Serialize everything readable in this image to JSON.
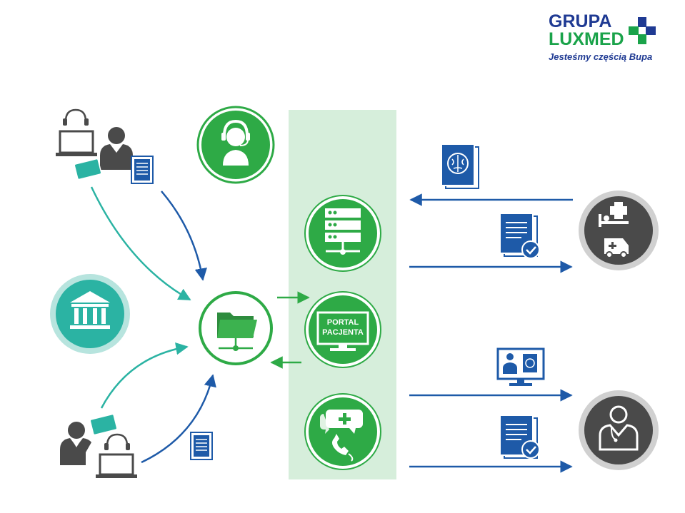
{
  "logo": {
    "line1": "GRUPA",
    "line2": "LUXMED",
    "tagline": "Jesteśmy częścią Bupa"
  },
  "portal_screen": {
    "line1": "PORTAL",
    "line2": "PACJENTA"
  },
  "colors": {
    "green": "#2eaa46",
    "green_dark": "#1f8e35",
    "light_green_band": "#d6eedb",
    "teal": "#2bb3a3",
    "blue": "#1e5aa8",
    "dark_gray": "#4a4a4a",
    "gray_ring": "#d0d0d0"
  },
  "icons": [
    "headset-person-icon",
    "server-icon",
    "portal-monitor-icon",
    "chat-phone-icon",
    "shared-folder-icon",
    "bank-building-icon",
    "hospital-ambulance-icon",
    "doctor-icon",
    "brain-document-icon",
    "checked-document-icon",
    "telemedicine-monitor-icon",
    "laptop-headset-icon",
    "doctor-figure-icon",
    "id-card-icon",
    "document-icon"
  ]
}
